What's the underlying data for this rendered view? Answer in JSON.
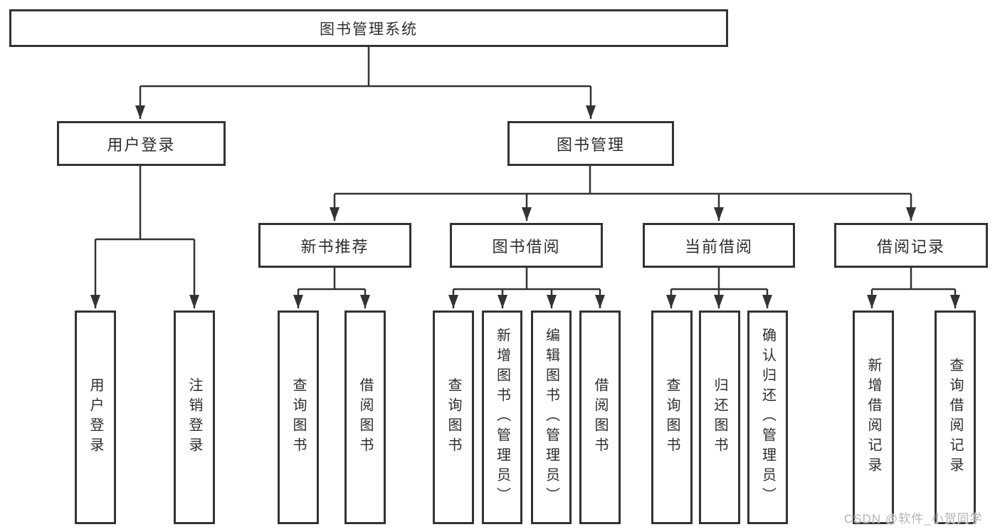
{
  "tree": {
    "label": "图书管理系统",
    "children": [
      {
        "label": "用户登录",
        "children": [
          {
            "label": "用户登录"
          },
          {
            "label": "注销登录"
          }
        ]
      },
      {
        "label": "图书管理",
        "children": [
          {
            "label": "新书推荐",
            "children": [
              {
                "label": "查询图书"
              },
              {
                "label": "借阅图书"
              }
            ]
          },
          {
            "label": "图书借阅",
            "children": [
              {
                "label": "查询图书"
              },
              {
                "label": "新增图书（管理员）"
              },
              {
                "label": "编辑图书（管理员）"
              },
              {
                "label": "借阅图书"
              }
            ]
          },
          {
            "label": "当前借阅",
            "children": [
              {
                "label": "查询图书"
              },
              {
                "label": "归还图书"
              },
              {
                "label": "确认归还（管理员）"
              }
            ]
          },
          {
            "label": "借阅记录",
            "children": [
              {
                "label": "新增借阅记录"
              },
              {
                "label": "查询借阅记录"
              }
            ]
          }
        ]
      }
    ]
  },
  "watermark": {
    "text": "CSDN @软件_小贺同学"
  },
  "colors": {
    "line": "#333333",
    "text": "#2d2d2d",
    "watermark": "#b3b3b3",
    "background": "#ffffff"
  }
}
